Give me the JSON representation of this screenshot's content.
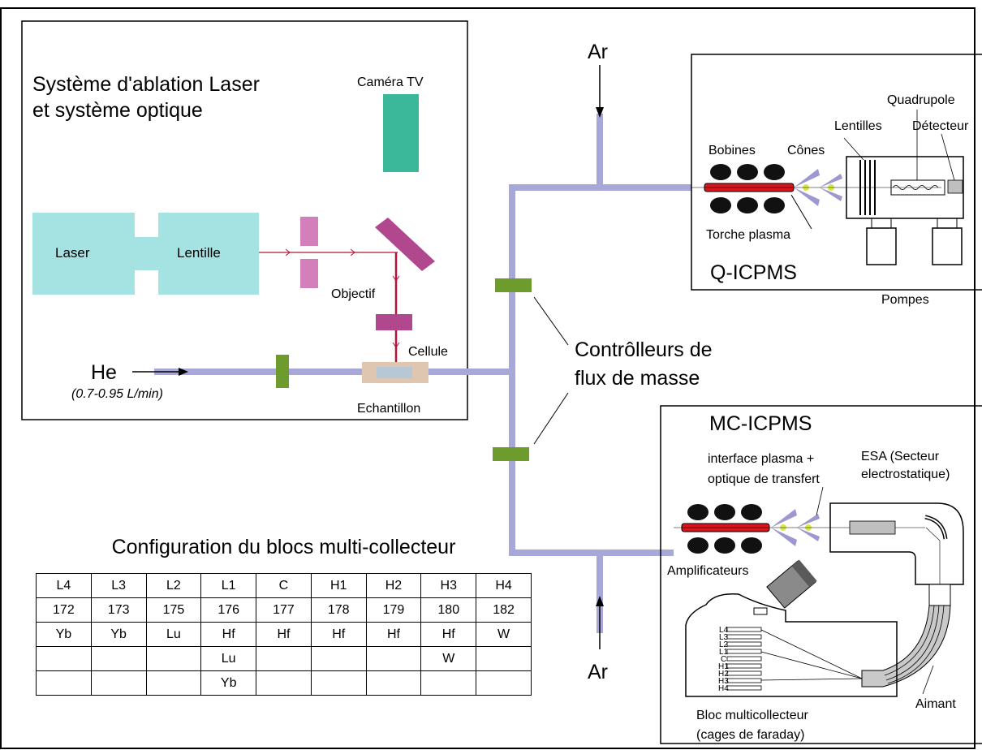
{
  "laser_section": {
    "title_line1": "Système d'ablation Laser",
    "title_line2": "et système optique",
    "camera": "Caméra TV",
    "laser": "Laser",
    "lens": "Lentille",
    "objective": "Objectif",
    "cell": "Cellule",
    "sample": "Echantillon"
  },
  "gas": {
    "helium": "He",
    "helium_flow": "(0.7-0.95 L/min)",
    "argon_top": "Ar",
    "argon_bottom": "Ar",
    "mass_flow_controllers_line1": "Contrôlleurs de",
    "mass_flow_controllers_line2": "flux de masse"
  },
  "q_icpms": {
    "title": "Q-ICPMS",
    "coils": "Bobines",
    "cones": "Cônes",
    "lenses": "Lentilles",
    "quadrupole": "Quadrupole",
    "detector": "Détecteur",
    "plasma_torch": "Torche plasma",
    "pumps": "Pompes"
  },
  "mc_icpms": {
    "title": "MC-ICPMS",
    "interface_line1": "interface plasma +",
    "interface_line2": "optique de transfert",
    "esa_line1": "ESA (Secteur",
    "esa_line2": "electrostatique)",
    "amplifiers": "Amplificateurs",
    "magnet": "Aimant",
    "collector_line1": "Bloc multicollecteur",
    "collector_line2": "(cages de faraday)",
    "cup_labels": [
      "L4",
      "L3",
      "L2",
      "L1",
      "C",
      "H1",
      "H2",
      "H3",
      "H4"
    ]
  },
  "configuration": {
    "title": "Configuration du blocs multi-collecteur",
    "rows": [
      [
        "L4",
        "L3",
        "L2",
        "L1",
        "C",
        "H1",
        "H2",
        "H3",
        "H4"
      ],
      [
        "172",
        "173",
        "175",
        "176",
        "177",
        "178",
        "179",
        "180",
        "182"
      ],
      [
        "Yb",
        "Yb",
        "Lu",
        "Hf",
        "Hf",
        "Hf",
        "Hf",
        "Hf",
        "W"
      ],
      [
        "",
        "",
        "",
        "Lu",
        "",
        "",
        "",
        "W",
        ""
      ],
      [
        "",
        "",
        "",
        "Yb",
        "",
        "",
        "",
        "",
        ""
      ]
    ]
  },
  "colors": {
    "tube": "#a7a7d8",
    "controller": "#6e9b2e",
    "camera": "#3bb79a",
    "laser_box": "#a5e2e2",
    "optics_pink": "#d27fbc",
    "mirror": "#b1478d",
    "beam": "#b3143a",
    "torch": "#d8141c",
    "cone_green": "#d8e84a",
    "cone_purple": "#9d98d0",
    "sample": "#dfc6b1"
  }
}
